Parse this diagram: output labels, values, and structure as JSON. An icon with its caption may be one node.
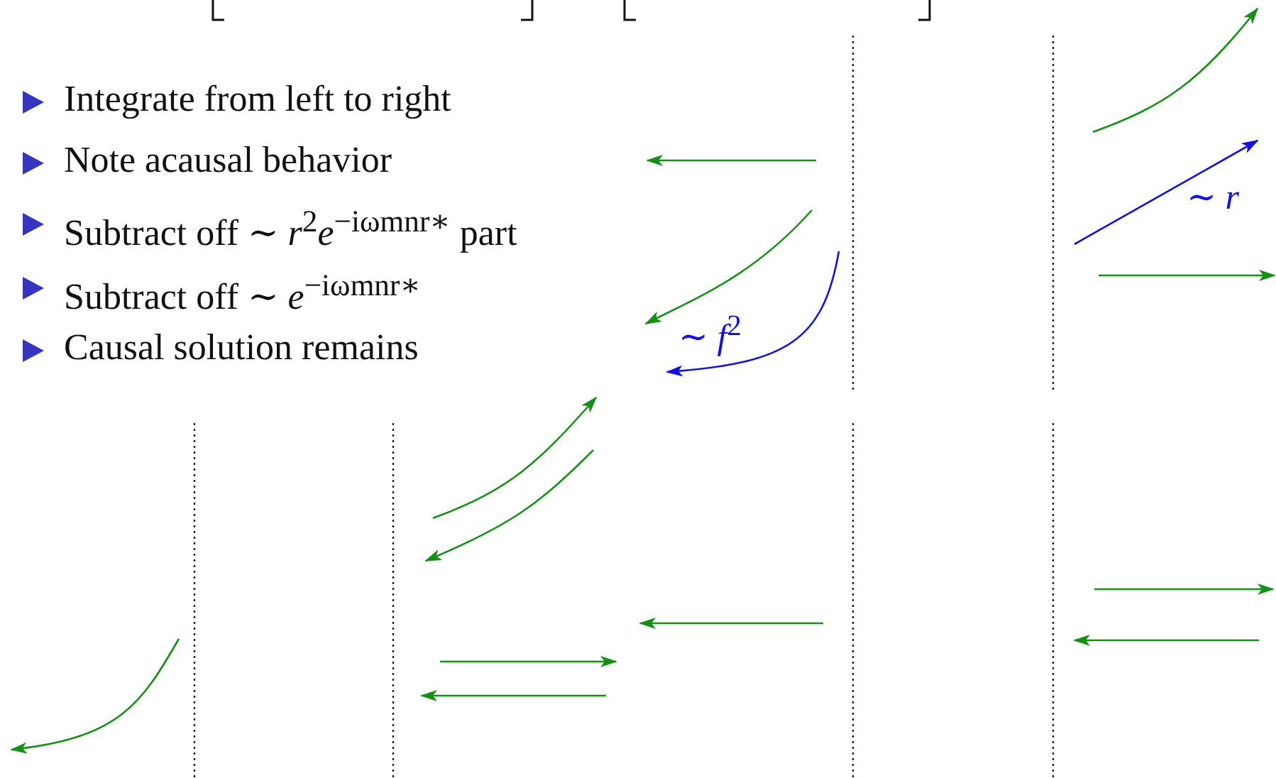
{
  "diagram": {
    "labels": [
      "Integrate from left to right",
      "Note acausal behavior",
      "Subtract off ∼ *r*$^{2}$*e*$^{−iωmnr∗}$ part",
      "Subtract off ∼ *e*$^{−iωmnr∗}$",
      "Causal solution remains",
      "∼ *f*$^{2}$",
      "∼ *r*"
    ]
  }
}
